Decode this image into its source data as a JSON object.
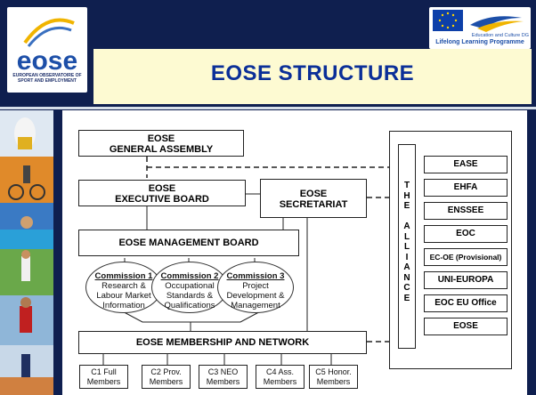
{
  "header": {
    "title": "EOSE STRUCTURE",
    "logo_left": {
      "wordmark": "eose",
      "caption": "EUROPEAN OBSERVATOIRE OF SPORT AND EMPLOYMENT"
    },
    "logo_right": {
      "caption_top": "Education and Culture DG",
      "caption_bottom": "Lifelong Learning Programme"
    }
  },
  "diagram": {
    "general_assembly": [
      "EOSE",
      "GENERAL ASSEMBLY"
    ],
    "executive_board": [
      "EOSE",
      "EXECUTIVE BOARD"
    ],
    "secretariat": [
      "EOSE",
      "SECRETARIAT"
    ],
    "management_board": "EOSE MANAGEMENT BOARD",
    "commissions": [
      {
        "title": "Commission 1",
        "lines": [
          "Research &",
          "Labour Market",
          "Information"
        ]
      },
      {
        "title": "Commission 2",
        "lines": [
          "Occupational",
          "Standards &",
          "Qualifications"
        ]
      },
      {
        "title": "Commission 3",
        "lines": [
          "Project",
          "Development &",
          "Management"
        ]
      }
    ],
    "membership": "EOSE MEMBERSHIP AND NETWORK",
    "members": [
      [
        "C1 Full",
        "Members"
      ],
      [
        "C2 Prov.",
        "Members"
      ],
      [
        "C3 NEO",
        "Members"
      ],
      [
        "C4 Ass.",
        "Members"
      ],
      [
        "C5 Honor.",
        "Members"
      ]
    ],
    "alliance_letters": [
      "T",
      "H",
      "E",
      "",
      "A",
      "L",
      "L",
      "I",
      "A",
      "N",
      "C",
      "E"
    ],
    "alliance_members": [
      "EASE",
      "EHFA",
      "ENSSEE",
      "EOC",
      "EC-OE (Provisional)",
      "UNI-EUROPA",
      "EOC EU Office",
      "EOSE"
    ]
  },
  "colors": {
    "background": "#0f1f4f",
    "title_band": "#fdfad2",
    "title_text": "#0b2f98",
    "photo_strip": "#2a5fb0"
  }
}
